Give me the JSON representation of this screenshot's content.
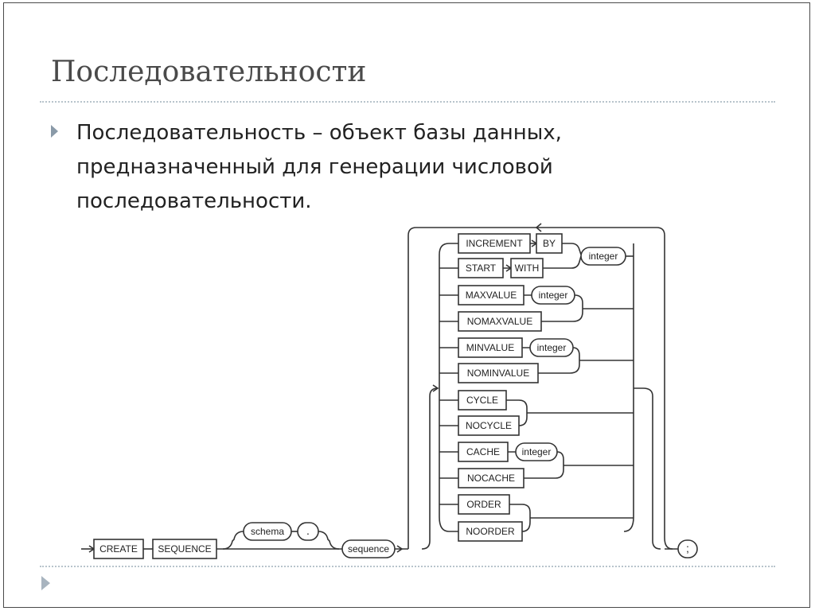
{
  "slide": {
    "title": "Последовательности",
    "bullet": "Последовательность – объект базы данных, предназначенный для генерации числовой последовательности."
  },
  "diagram": {
    "keywords": {
      "create": "CREATE",
      "sequence": "SEQUENCE",
      "increment": "INCREMENT",
      "by": "BY",
      "start": "START",
      "with": "WITH",
      "maxvalue": "MAXVALUE",
      "nomaxvalue": "NOMAXVALUE",
      "minvalue": "MINVALUE",
      "nominvalue": "NOMINVALUE",
      "cycle": "CYCLE",
      "nocycle": "NOCYCLE",
      "cache": "CACHE",
      "nocache": "NOCACHE",
      "order": "ORDER",
      "noorder": "NOORDER"
    },
    "params": {
      "schema": "schema",
      "dot": ".",
      "sequence": "sequence",
      "integer": "integer",
      "semicolon": ";"
    }
  },
  "colors": {
    "frame": "#4a4a4a",
    "rule": "#b8c4cc",
    "bullet": "#8a9aa8"
  }
}
